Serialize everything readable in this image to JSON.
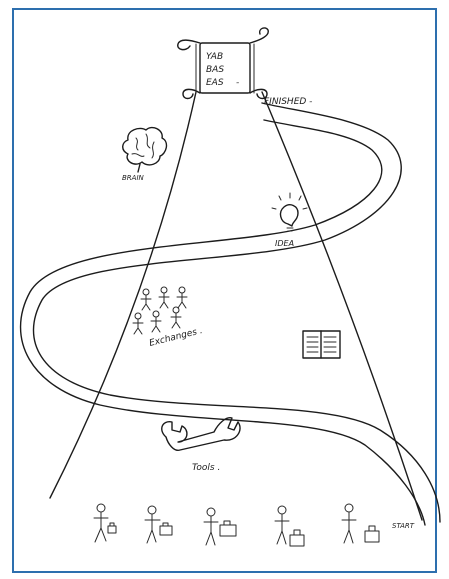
{
  "scroll": {
    "lines": [
      "YAB",
      "BAS",
      "EAS"
    ],
    "marker": "-"
  },
  "labels": {
    "finished": "FINISHED -",
    "brain": "BRAIN",
    "idea": "IDEA",
    "exchanges": "Exchanges .",
    "tools": "Tools .",
    "start": "START"
  },
  "colors": {
    "frame": "#2d6fae",
    "ink": "#1c1c1c"
  }
}
